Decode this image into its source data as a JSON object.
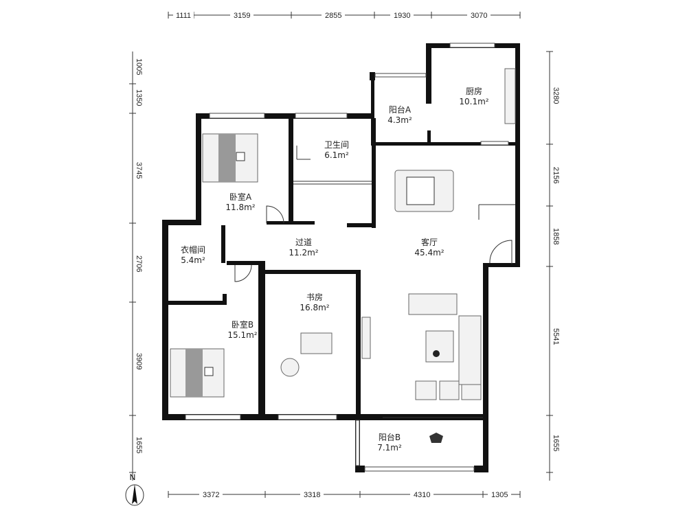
{
  "dimensions": {
    "top": [
      "1111",
      "3159",
      "2855",
      "1930",
      "3070"
    ],
    "bottom": [
      "3372",
      "3318",
      "4310",
      "1305"
    ],
    "left": [
      "1005",
      "1350",
      "3745",
      "2706",
      "3909",
      "1655"
    ],
    "right": [
      "3280",
      "2156",
      "1858",
      "5541",
      "1655"
    ]
  },
  "rooms": [
    {
      "name": "厨房",
      "area": "10.1m²"
    },
    {
      "name": "阳台A",
      "area": "4.3m²"
    },
    {
      "name": "卫生间",
      "area": "6.1m²"
    },
    {
      "name": "卧室A",
      "area": "11.8m²"
    },
    {
      "name": "衣帽间",
      "area": "5.4m²"
    },
    {
      "name": "过道",
      "area": "11.2m²"
    },
    {
      "name": "客厅",
      "area": "45.4m²"
    },
    {
      "name": "书房",
      "area": "16.8m²"
    },
    {
      "name": "卧室B",
      "area": "15.1m²"
    },
    {
      "name": "阳台B",
      "area": "7.1m²"
    }
  ],
  "compass": {
    "label": "N"
  }
}
